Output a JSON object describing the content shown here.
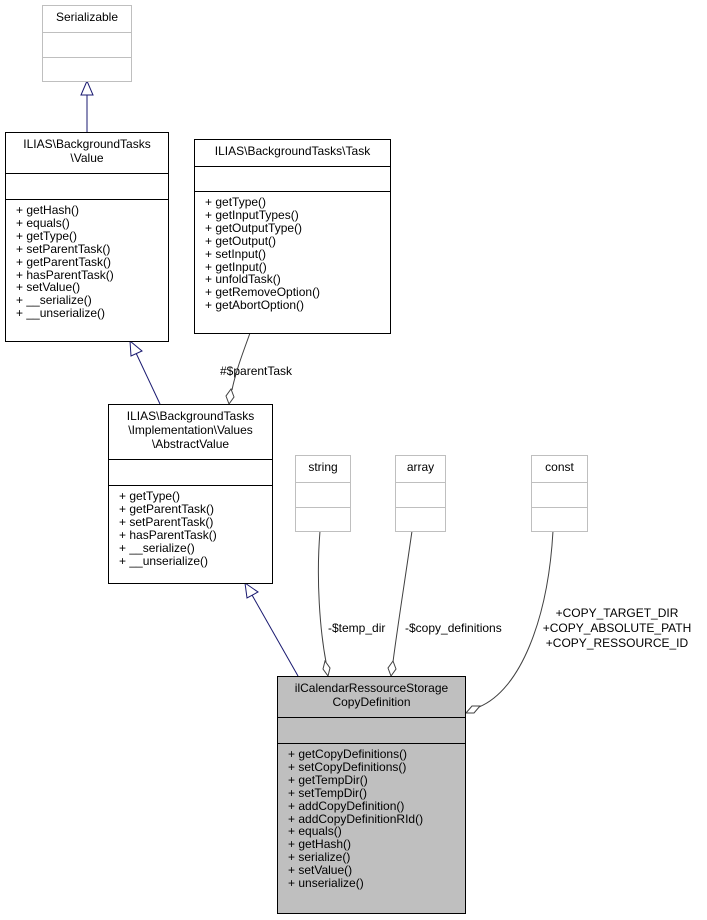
{
  "classes": {
    "serializable": {
      "title": [
        "Serializable"
      ],
      "members": []
    },
    "value": {
      "title": [
        "ILIAS\\BackgroundTasks",
        "\\Value"
      ],
      "members": [
        "+ getHash()",
        "+ equals()",
        "+ getType()",
        "+ setParentTask()",
        "+ getParentTask()",
        "+ hasParentTask()",
        "+ setValue()",
        "+ __serialize()",
        "+ __unserialize()"
      ]
    },
    "task": {
      "title": [
        "ILIAS\\BackgroundTasks\\Task"
      ],
      "members": [
        "+ getType()",
        "+ getInputTypes()",
        "+ getOutputType()",
        "+ getOutput()",
        "+ setInput()",
        "+ getInput()",
        "+ unfoldTask()",
        "+ getRemoveOption()",
        "+ getAbortOption()"
      ]
    },
    "abstract_value": {
      "title": [
        "ILIAS\\BackgroundTasks",
        "\\Implementation\\Values",
        "\\AbstractValue"
      ],
      "members": [
        "+ getType()",
        "+ getParentTask()",
        "+ setParentTask()",
        "+ hasParentTask()",
        "+ __serialize()",
        "+ __unserialize()"
      ]
    },
    "string": {
      "title": [
        "string"
      ]
    },
    "array": {
      "title": [
        "array"
      ]
    },
    "const": {
      "title": [
        "const"
      ]
    },
    "main": {
      "title": [
        "ilCalendarRessourceStorage",
        "CopyDefinition"
      ],
      "members": [
        "+ getCopyDefinitions()",
        "+ setCopyDefinitions()",
        "+ getTempDir()",
        "+ setTempDir()",
        "+ addCopyDefinition()",
        "+ addCopyDefinitionRId()",
        "+ equals()",
        "+ getHash()",
        "+ serialize()",
        "+ setValue()",
        "+ unserialize()"
      ]
    }
  },
  "edges": {
    "parent_task": "#$parentTask",
    "temp_dir": "-$temp_dir",
    "copy_definitions": "-$copy_definitions",
    "consts": [
      "+COPY_TARGET_DIR",
      "+COPY_ABSOLUTE_PATH",
      "+COPY_RESSOURCE_ID"
    ]
  },
  "colors": {
    "inheritance": "#191970",
    "composition": "#404040",
    "main_fill": "#bfbfbf",
    "external_border": "#bfbfbf"
  }
}
